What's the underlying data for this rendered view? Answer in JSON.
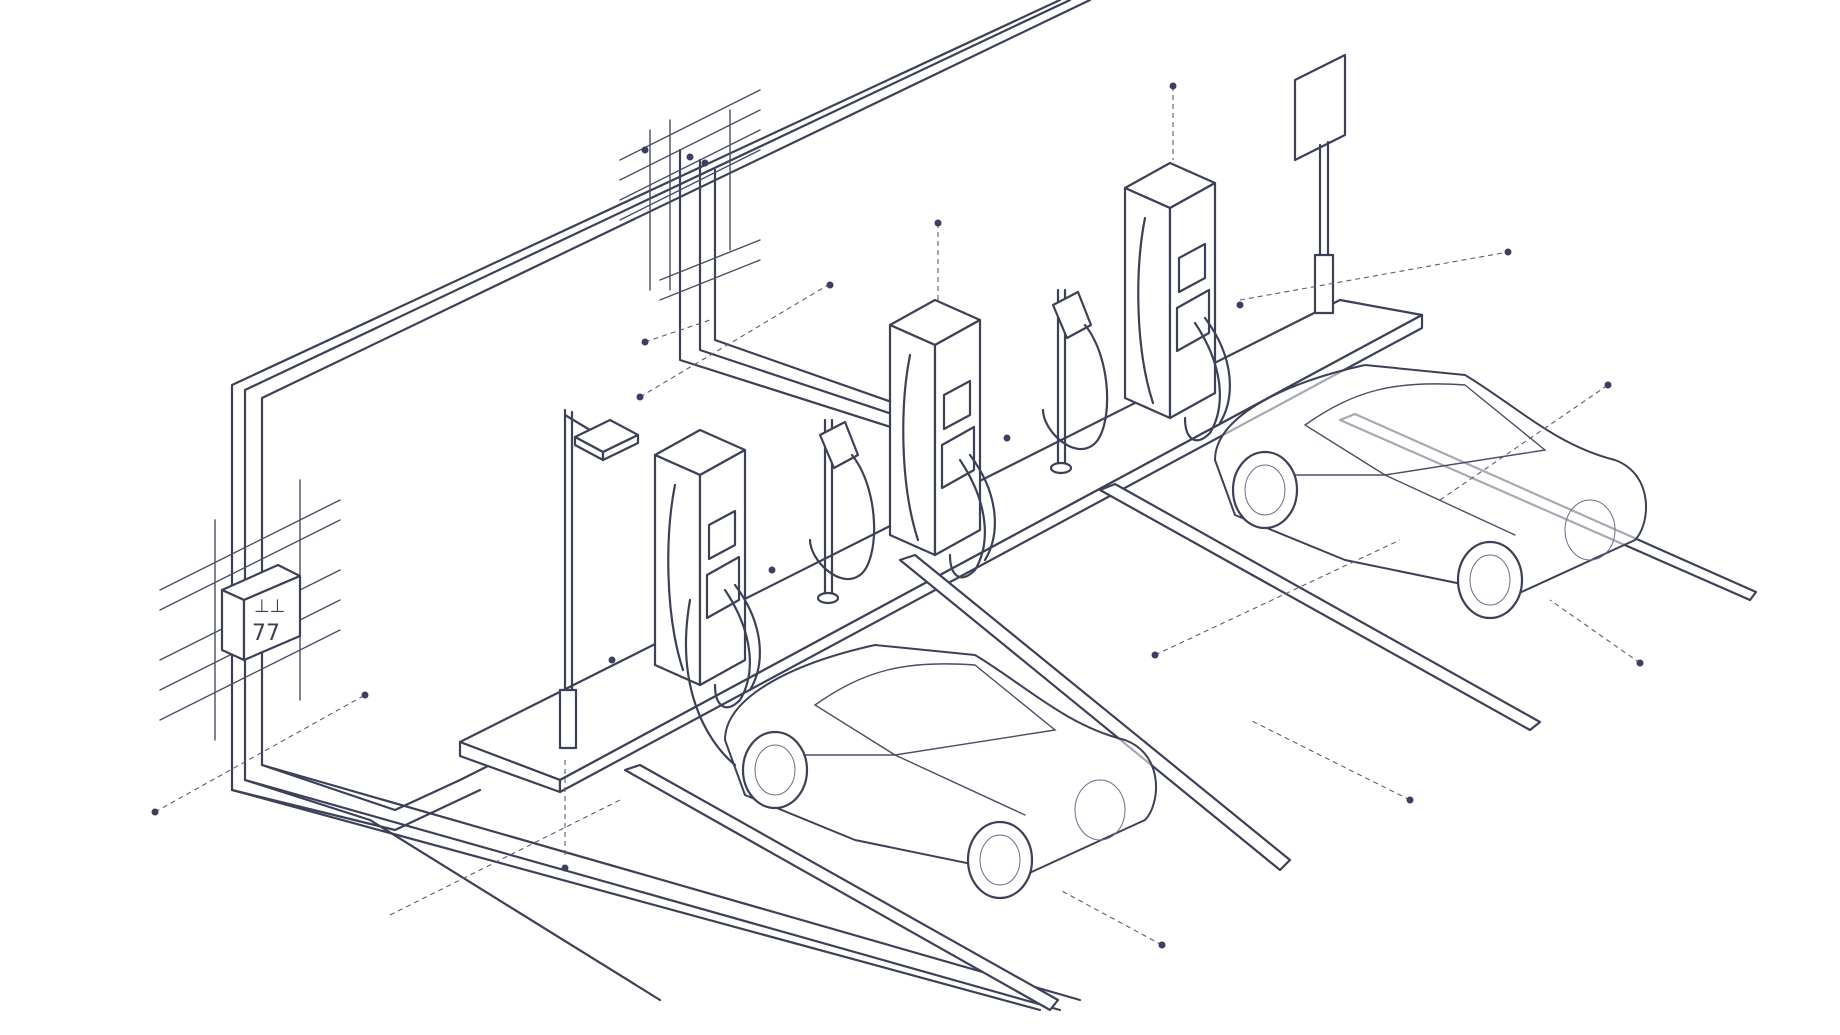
{
  "palette": {
    "line": "#3d4157",
    "dot": "#3b4063",
    "background": "#ffffff"
  },
  "junction_box": {
    "label_top": "⊥⊥",
    "label_bottom": "77"
  },
  "chargers": [
    {
      "name": "charger-front"
    },
    {
      "name": "charger-middle"
    },
    {
      "name": "charger-back"
    }
  ],
  "vehicles": [
    {
      "name": "car-front"
    },
    {
      "name": "car-back"
    }
  ]
}
